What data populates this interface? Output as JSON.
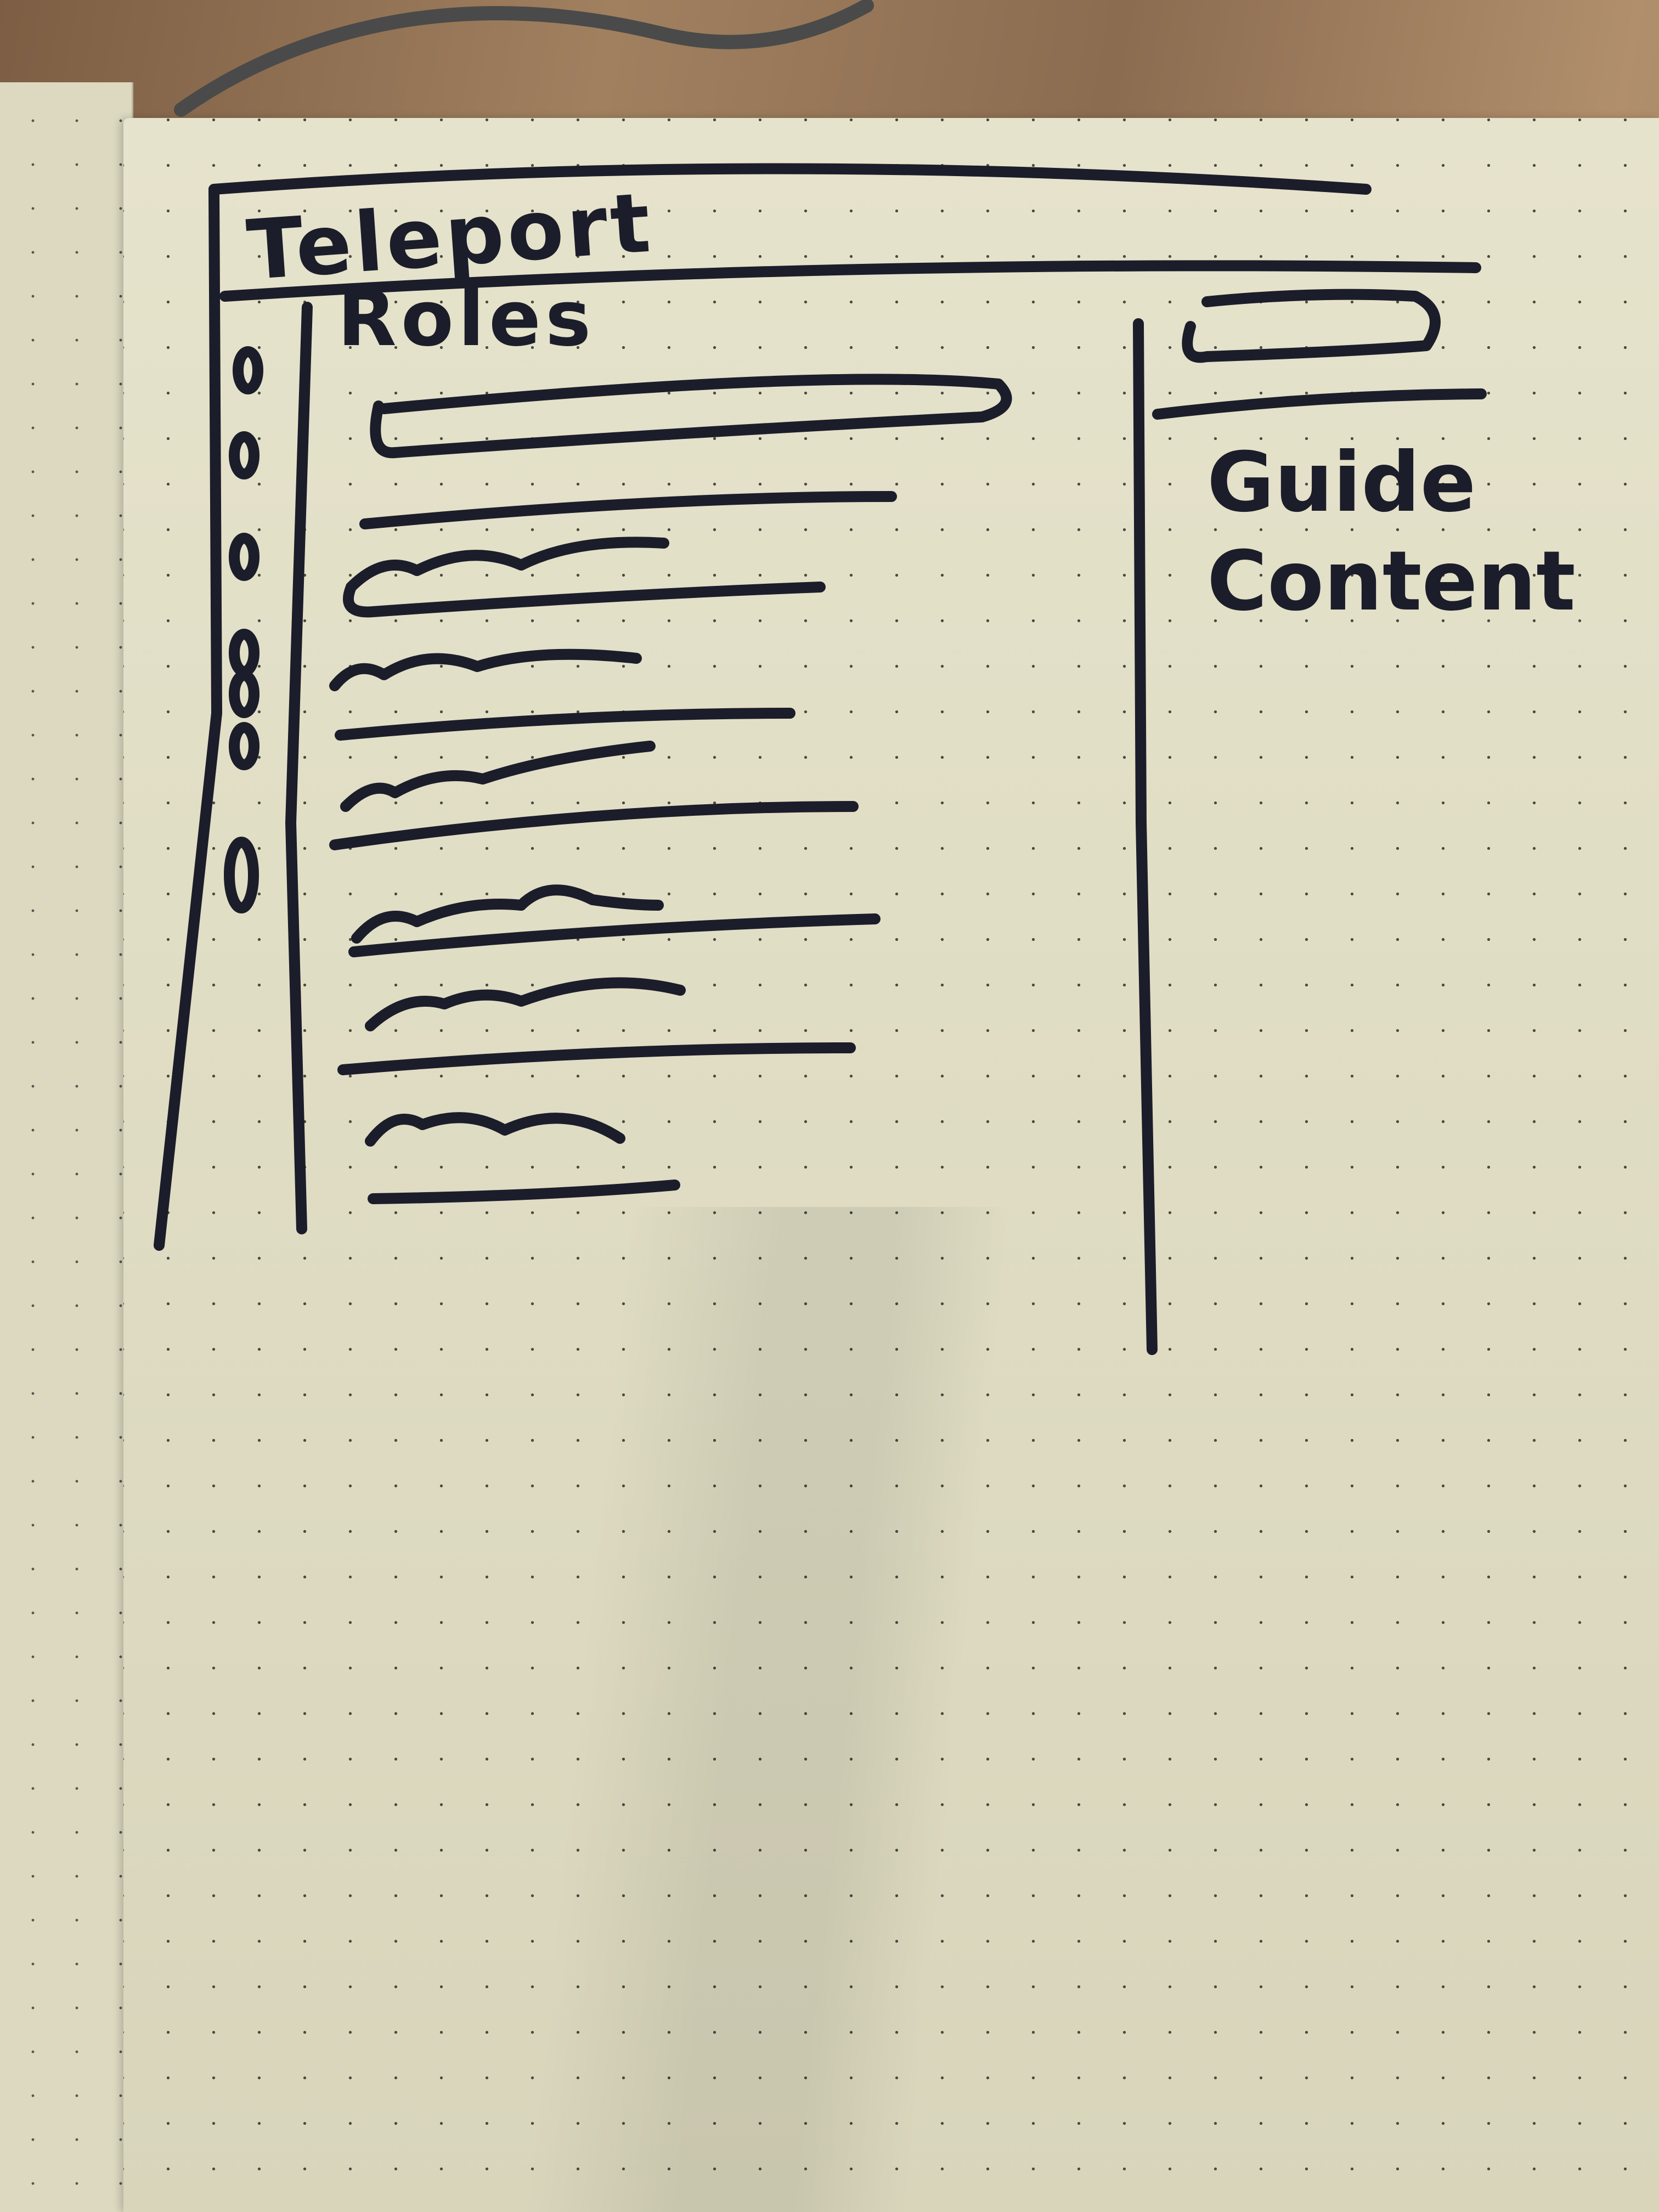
{
  "sketch": {
    "app_title": "Teleport",
    "section_title": "Roles",
    "guide_panel": {
      "text_lines": [
        "Guide",
        "Content"
      ]
    },
    "sidebar_icon_count": 7,
    "list_row_count": 7
  },
  "colors": {
    "ink": "#1b1d2a",
    "paper": "#dedbc3",
    "table": "#8c6c50"
  }
}
